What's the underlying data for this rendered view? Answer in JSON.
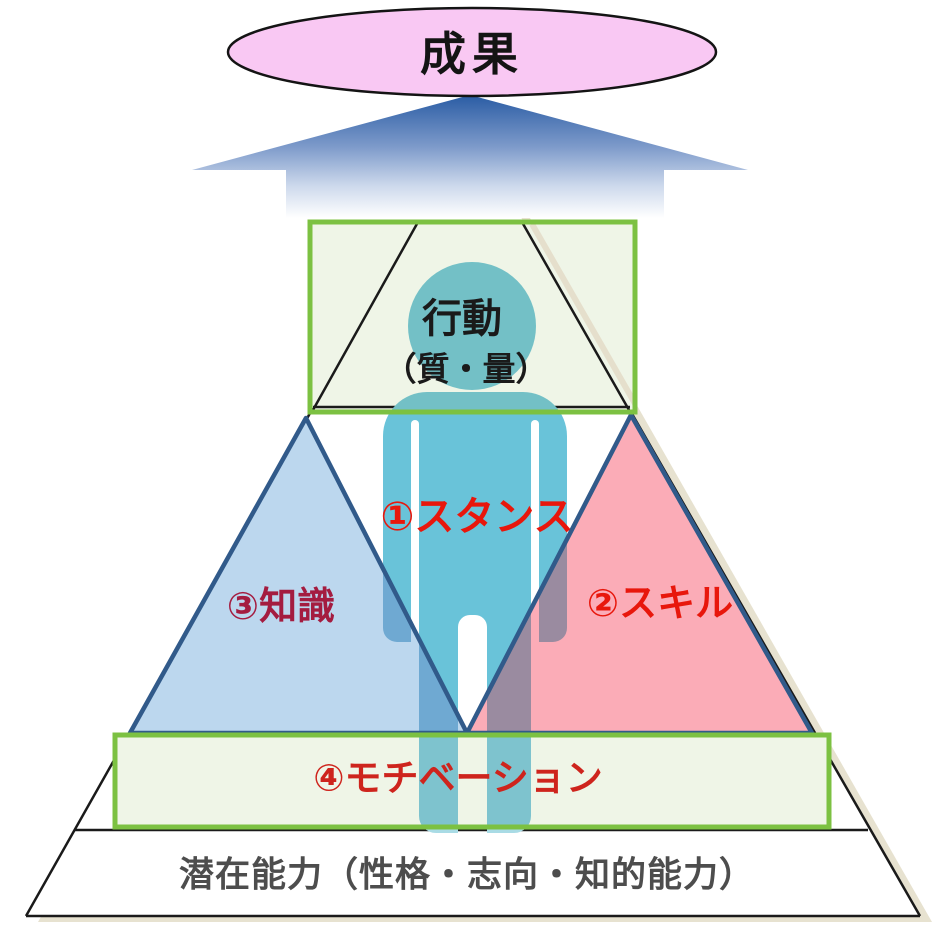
{
  "diagram": {
    "result": "成果",
    "behavior": "行動",
    "behavior_sub": "（質・量）",
    "stance": "①スタンス",
    "skill": "②スキル",
    "knowledge": "③知識",
    "motivation": "④モチベーション",
    "potential": "潜在能力（性格・志向・知的能力）"
  },
  "colors": {
    "ellipse_fill": "#F9C8F3",
    "arrow_blue": "#2A5CA4",
    "box_fill": "#EFF5E7",
    "box_border": "#7CC142",
    "blue_triangle_fill": "#BCD7EE",
    "pink_triangle_fill": "#FBACB7",
    "triangle_border": "#315A8A",
    "pyramid_outline": "#1A1A1A",
    "person_teal": "#69C3D9",
    "person_over_blue": "#6FA9D2",
    "person_over_pink": "#9A8BA0",
    "person_in_box": "#7EC3CE",
    "person_feet": "#A9DBE5",
    "shadow_beige": "#E7E2D0",
    "red_text": "#E8170C",
    "maroon_text": "#A41C40",
    "motivation_text": "#CE241D",
    "gray_text": "#4D4D4D"
  }
}
